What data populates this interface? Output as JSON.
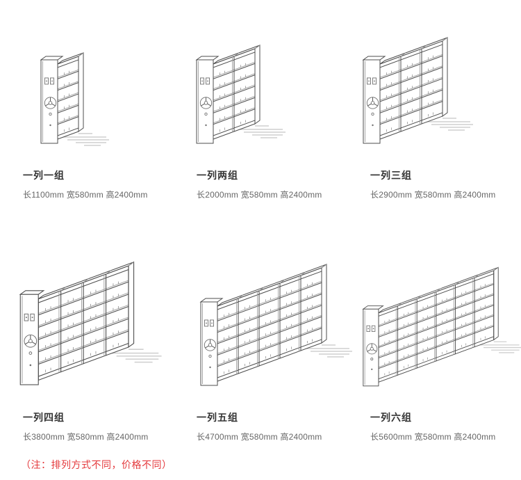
{
  "page": {
    "note": "（注：排列方式不同，价格不同）"
  },
  "items": [
    {
      "label": "一列一组",
      "dims": "长1100mm 宽580mm 高2400mm",
      "groups": 1
    },
    {
      "label": "一列两组",
      "dims": "长2000mm 宽580mm 高2400mm",
      "groups": 2
    },
    {
      "label": "一列三组",
      "dims": "长2900mm 宽580mm 高2400mm",
      "groups": 3
    },
    {
      "label": "一列四组",
      "dims": "长3800mm 宽580mm 高2400mm",
      "groups": 4
    },
    {
      "label": "一列五组",
      "dims": "长4700mm 宽580mm 高2400mm",
      "groups": 5
    },
    {
      "label": "一列六组",
      "dims": "长5600mm 宽580mm 高2400mm",
      "groups": 6
    }
  ]
}
